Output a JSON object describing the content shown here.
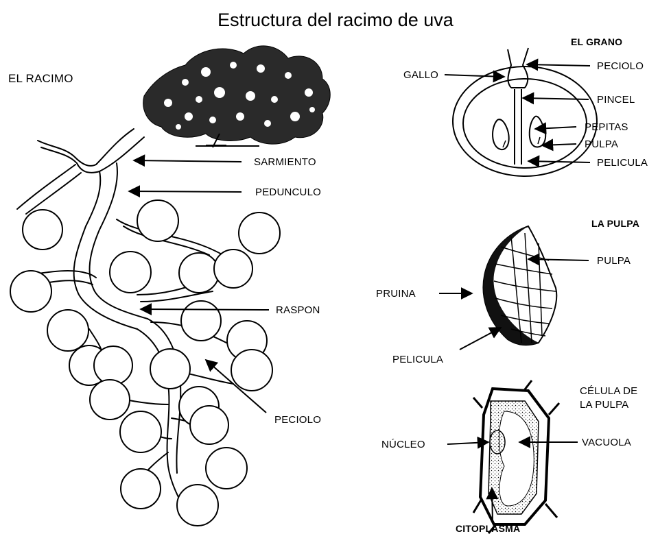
{
  "title": "Estructura del racimo de uva",
  "racimo": {
    "heading": "EL RACIMO",
    "labels": {
      "sarmiento": "SARMIENTO",
      "pedunculo": "PEDUNCULO",
      "raspon": "RASPON",
      "peciolo": "PECIOLO"
    }
  },
  "grano": {
    "heading": "EL GRANO",
    "labels": {
      "gallo": "GALLO",
      "peciolo": "PECIOLO",
      "pincel": "PINCEL",
      "pepitas": "PEPITAS",
      "pulpa": "PULPA",
      "pelicula": "PELICULA"
    }
  },
  "pulpa": {
    "heading": "LA PULPA",
    "labels": {
      "pulpa": "PULPA",
      "pruina": "PRUINA",
      "pelicula": "PELICULA"
    }
  },
  "celula": {
    "heading_line1": "CÉLULA DE",
    "heading_line2": "LA PULPA",
    "labels": {
      "nucleo": "NÚCLEO",
      "vacuola": "VACUOLA",
      "citoplasma": "CITOPLASMA"
    }
  }
}
